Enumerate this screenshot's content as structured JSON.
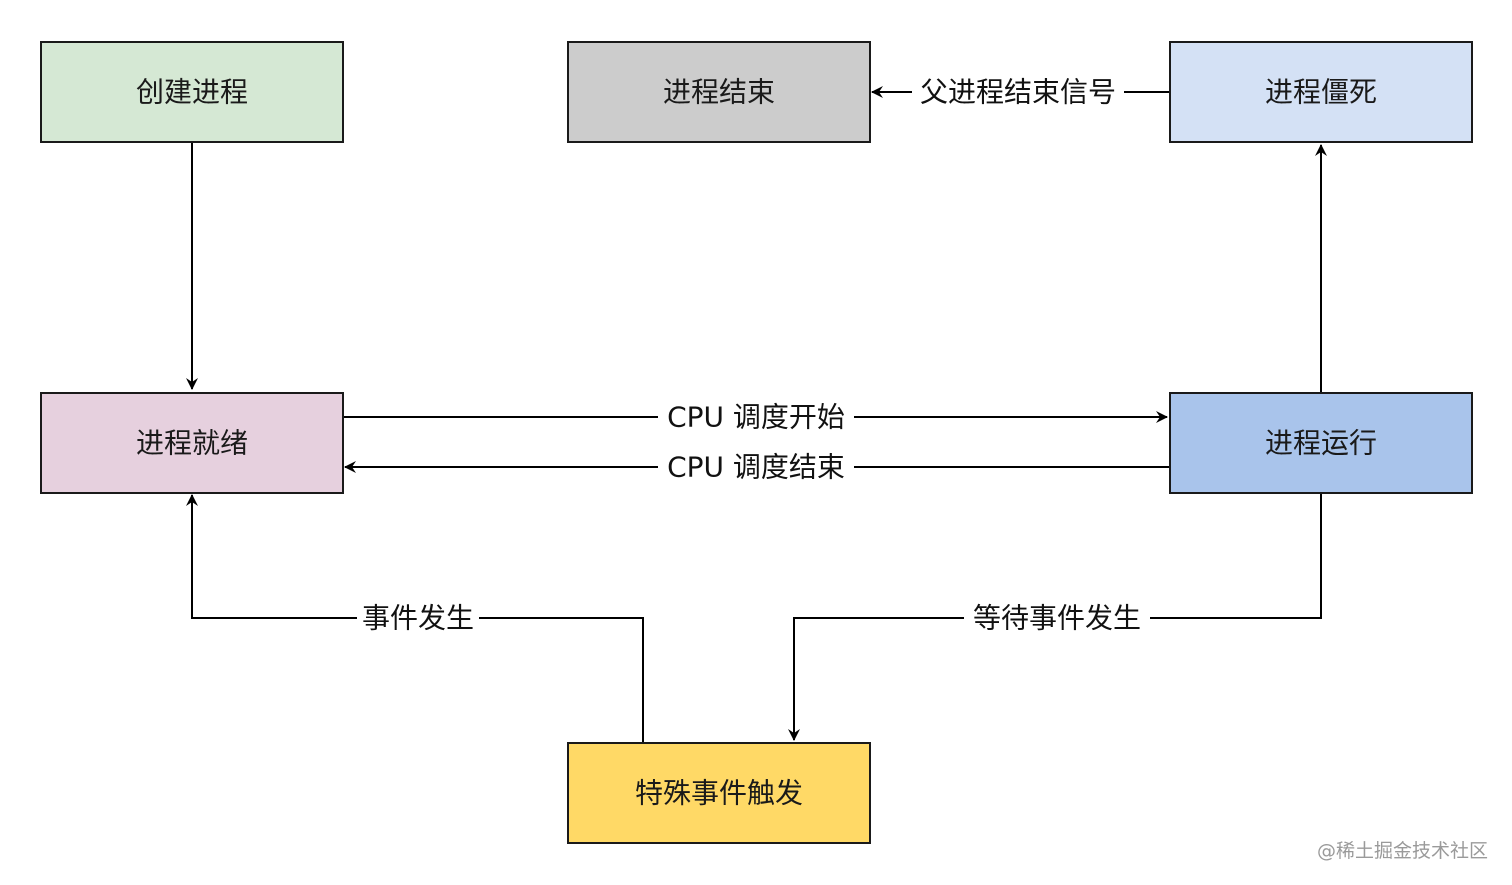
{
  "nodes": {
    "create": {
      "label": "创建进程",
      "color": "#d5e8d4"
    },
    "ended": {
      "label": "进程结束",
      "color": "#cccccc"
    },
    "zombie": {
      "label": "进程僵死",
      "color": "#d4e1f5"
    },
    "ready": {
      "label": "进程就绪",
      "color": "#e6d0de"
    },
    "running": {
      "label": "进程运行",
      "color": "#a9c4eb"
    },
    "special": {
      "label": "特殊事件触发",
      "color": "#ffd966"
    }
  },
  "edges": {
    "zombie_to_ended": {
      "label": "父进程结束信号"
    },
    "ready_to_running": {
      "label": "CPU 调度开始"
    },
    "running_to_ready": {
      "label": "CPU 调度结束"
    },
    "special_to_ready": {
      "label": "事件发生"
    },
    "running_to_special": {
      "label": "等待事件发生"
    }
  },
  "watermark": "@稀土掘金技术社区"
}
